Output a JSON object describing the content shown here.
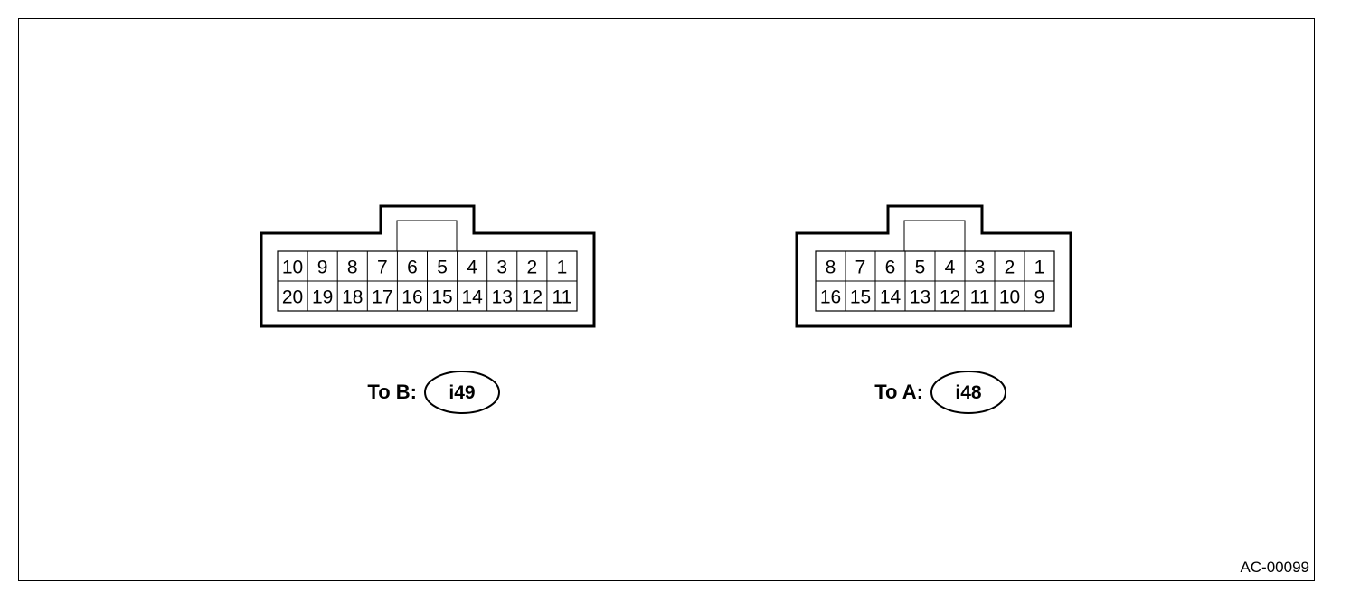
{
  "connectors": [
    {
      "id": "i49",
      "label_prefix": "To B:",
      "code": "i49",
      "top_row": [
        "10",
        "9",
        "8",
        "7",
        "6",
        "5",
        "4",
        "3",
        "2",
        "1"
      ],
      "bottom_row": [
        "20",
        "19",
        "18",
        "17",
        "16",
        "15",
        "14",
        "13",
        "12",
        "11"
      ]
    },
    {
      "id": "i48",
      "label_prefix": "To A:",
      "code": "i48",
      "top_row": [
        "8",
        "7",
        "6",
        "5",
        "4",
        "3",
        "2",
        "1"
      ],
      "bottom_row": [
        "16",
        "15",
        "14",
        "13",
        "12",
        "11",
        "10",
        "9"
      ]
    }
  ],
  "figure_code": "AC-00099"
}
